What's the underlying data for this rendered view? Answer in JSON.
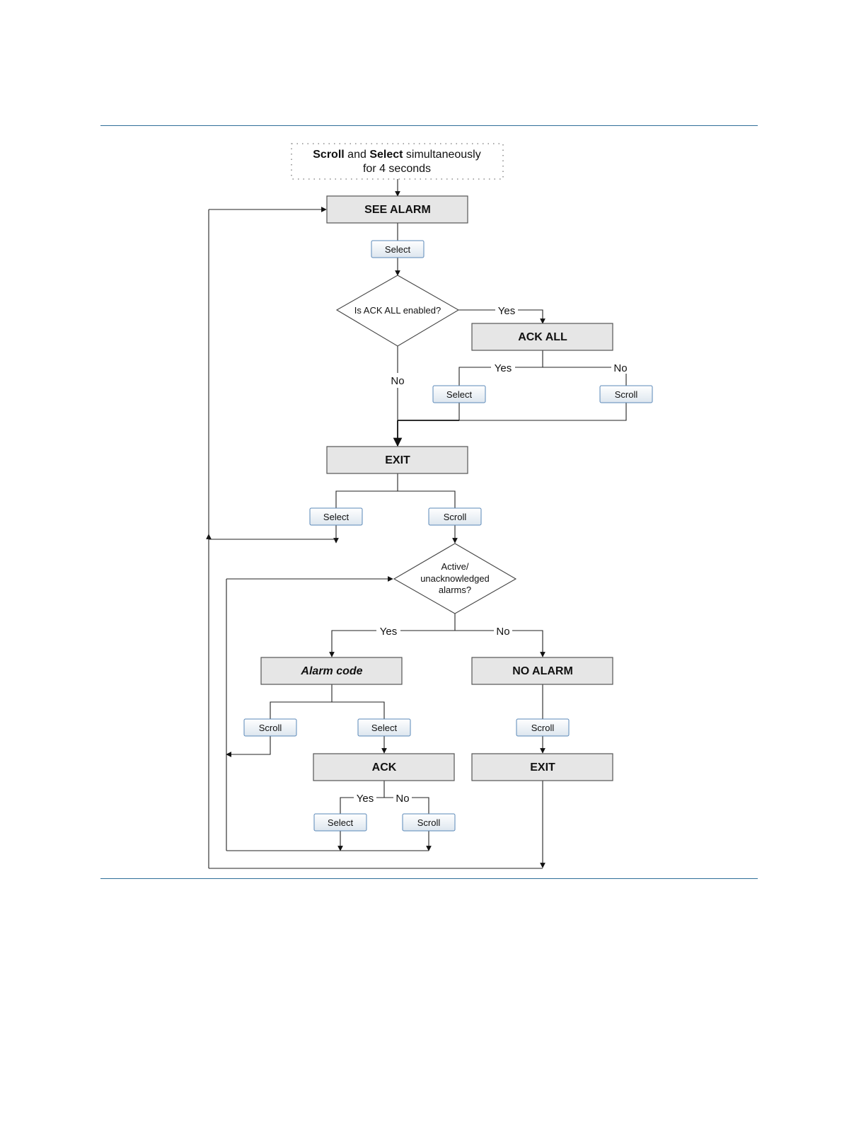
{
  "start": {
    "part1": "Scroll",
    "part2": " and ",
    "part3": "Select",
    "part4": " simultaneously",
    "line2": "for 4 seconds"
  },
  "boxes": {
    "see_alarm": "SEE ALARM",
    "ack_all": "ACK ALL",
    "exit_1": "EXIT",
    "alarm_code": "Alarm code",
    "no_alarm": "NO ALARM",
    "ack": "ACK",
    "exit_2": "EXIT"
  },
  "decisions": {
    "ack_all_enabled": "Is ACK ALL enabled?",
    "active_line1": "Active/",
    "active_line2": "unacknowledged",
    "active_line3": "alarms?"
  },
  "buttons": {
    "select_1": "Select",
    "select_ackall": "Select",
    "scroll_ackall": "Scroll",
    "select_exit": "Select",
    "scroll_exit": "Scroll",
    "scroll_code": "Scroll",
    "select_code": "Select",
    "scroll_noalarm": "Scroll",
    "select_ack": "Select",
    "scroll_ack": "Scroll"
  },
  "edges": {
    "yes_ack_enabled": "Yes",
    "no_ack_enabled": "No",
    "yes_ack_all": "Yes",
    "no_ack_all": "No",
    "yes_active": "Yes",
    "no_active": "No",
    "yes_ack": "Yes",
    "no_ack": "No"
  },
  "colors": {
    "rule": "#2f6f99",
    "box_fill": "#e6e6e6",
    "button_border": "#5a88b8"
  }
}
